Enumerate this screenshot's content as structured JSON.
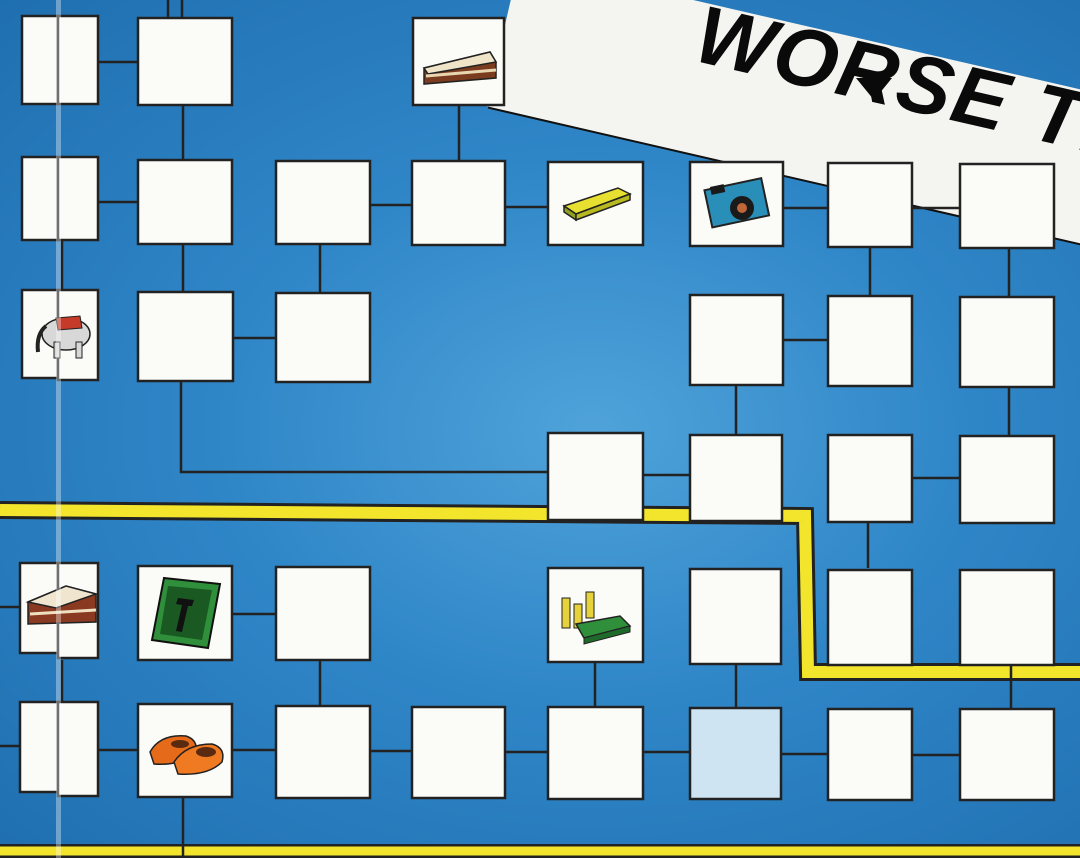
{
  "banner": {
    "text": "WORSE TH"
  },
  "colors": {
    "sea": "#2f86c7",
    "path": "#f2e52c",
    "box": "#fbfbf8",
    "line": "#222222",
    "highlight": "#cfe4f2"
  },
  "board": {
    "squares": [
      {
        "id": "r1c0",
        "icon": null
      },
      {
        "id": "r1c1",
        "icon": null
      },
      {
        "id": "r1c3",
        "icon": "cake-slice-icon"
      },
      {
        "id": "r2c0",
        "icon": null
      },
      {
        "id": "r2c1",
        "icon": null
      },
      {
        "id": "r2c2",
        "icon": null
      },
      {
        "id": "r2c3",
        "icon": null
      },
      {
        "id": "r2c4",
        "icon": "yellow-bar-icon"
      },
      {
        "id": "r2c5",
        "icon": "camera-icon"
      },
      {
        "id": "r2c6",
        "icon": null
      },
      {
        "id": "r2c7",
        "icon": null
      },
      {
        "id": "r3c0",
        "icon": "elephant-icon"
      },
      {
        "id": "r3c1",
        "icon": null
      },
      {
        "id": "r3c2",
        "icon": null
      },
      {
        "id": "r3c5",
        "icon": null
      },
      {
        "id": "r3c6",
        "icon": null
      },
      {
        "id": "r3c7",
        "icon": null
      },
      {
        "id": "r4c4",
        "icon": null
      },
      {
        "id": "r4c5",
        "icon": null
      },
      {
        "id": "r4c6",
        "icon": null
      },
      {
        "id": "r4c7",
        "icon": null
      },
      {
        "id": "r5c0",
        "icon": "cake-slice-icon"
      },
      {
        "id": "r5c1",
        "icon": "green-card-icon"
      },
      {
        "id": "r5c2",
        "icon": null
      },
      {
        "id": "r5c4",
        "icon": "coins-money-icon"
      },
      {
        "id": "r5c5",
        "icon": null
      },
      {
        "id": "r5c6",
        "icon": null
      },
      {
        "id": "r5c7",
        "icon": null
      },
      {
        "id": "r6c0",
        "icon": null
      },
      {
        "id": "r6c1",
        "icon": "clogs-icon"
      },
      {
        "id": "r6c2",
        "icon": null
      },
      {
        "id": "r6c3",
        "icon": null
      },
      {
        "id": "r6c4",
        "icon": null
      },
      {
        "id": "r6c5",
        "icon": null
      },
      {
        "id": "r6c6",
        "icon": null
      },
      {
        "id": "r6c7",
        "icon": null
      }
    ]
  }
}
